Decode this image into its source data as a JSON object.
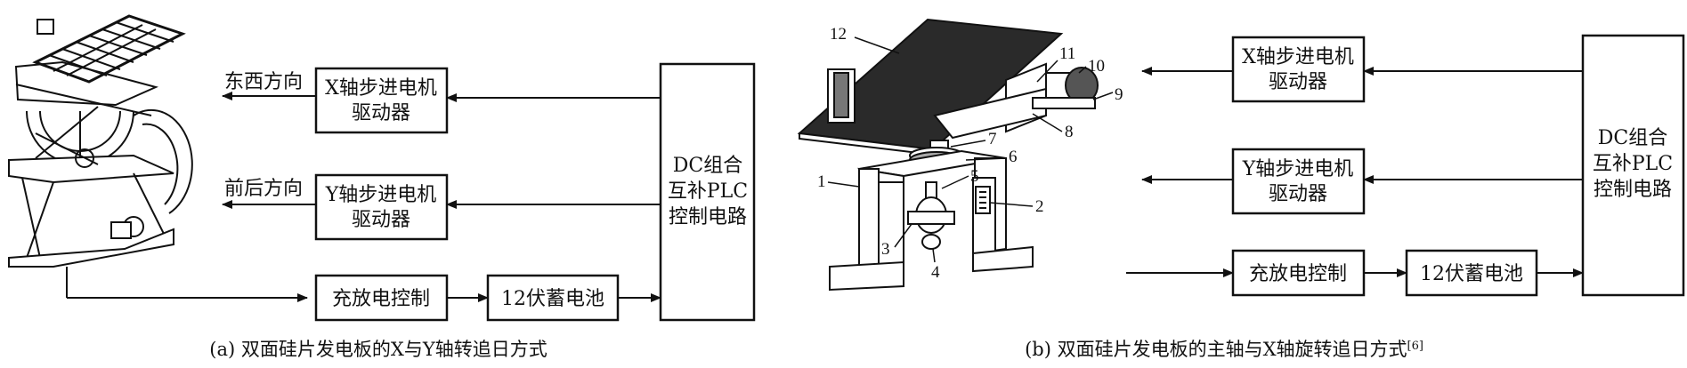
{
  "panel_a": {
    "caption": "(a) 双面硅片发电板的X与Y轴转追日方式",
    "x_driver": {
      "line1": "X轴步进电机",
      "line2": "驱动器"
    },
    "y_driver": {
      "line1": "Y轴步进电机",
      "line2": "驱动器"
    },
    "controller": {
      "line1": "DC组合",
      "line2": "互补PLC",
      "line3": "控制电路"
    },
    "charge_control": "充放电控制",
    "battery": "12伏蓄电池",
    "label_east_west": "东西方向",
    "label_front_back": "前后方向"
  },
  "panel_b": {
    "caption_main": "(b) 双面硅片发电板的主轴与X轴旋转追日方式",
    "caption_ref": "[6]",
    "x_driver": {
      "line1": "X轴步进电机",
      "line2": "驱动器"
    },
    "y_driver": {
      "line1": "Y轴步进电机",
      "line2": "驱动器"
    },
    "controller": {
      "line1": "DC组合",
      "line2": "互补PLC",
      "line3": "控制电路"
    },
    "charge_control": "充放电控制",
    "battery": "12伏蓄电池",
    "part_numbers": [
      "12",
      "11",
      "10",
      "9",
      "8",
      "7",
      "6",
      "5",
      "2",
      "1",
      "3",
      "4"
    ]
  }
}
